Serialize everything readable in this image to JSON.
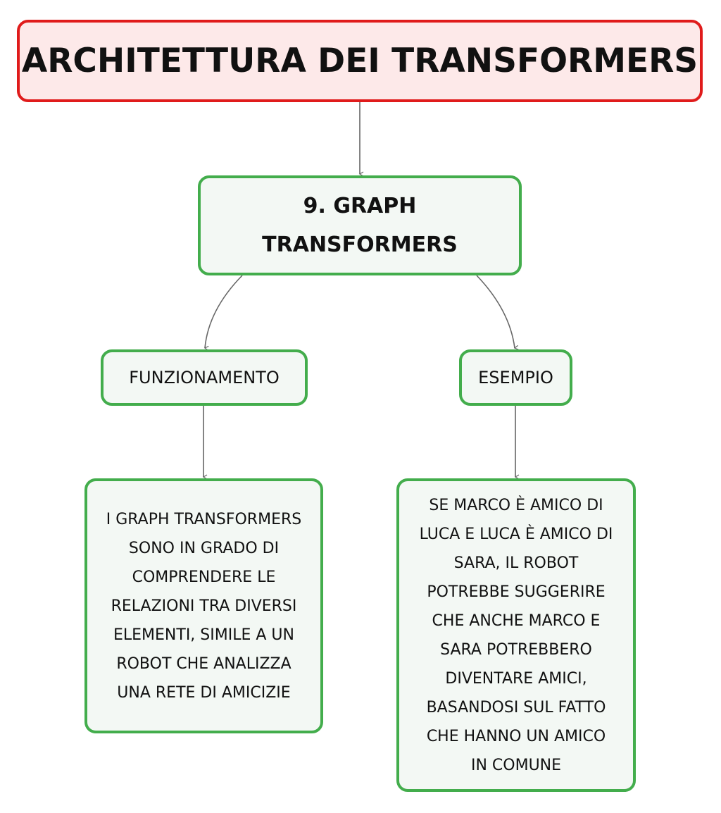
{
  "colors": {
    "root_border": "#e01b1b",
    "root_fill": "#fde9e9",
    "node_border": "#43ad4c",
    "node_fill": "#f3f8f4",
    "edge": "#666666"
  },
  "root": {
    "label": "ARCHITETTURA DEI TRANSFORMERS"
  },
  "topic": {
    "label": "9. GRAPH\nTRANSFORMERS",
    "line1": "9. GRAPH",
    "line2": "TRANSFORMERS"
  },
  "branches": [
    {
      "label": "FUNZIONAMENTO",
      "detail": "I GRAPH TRANSFORMERS\nSONO IN GRADO DI\nCOMPRENDERE LE\nRELAZIONI TRA DIVERSI\nELEMENTI, SIMILE A UN\nROBOT CHE ANALIZZA\nUNA RETE DI AMICIZIE"
    },
    {
      "label": "ESEMPIO",
      "detail": "SE MARCO È AMICO DI\nLUCA E LUCA È AMICO DI\nSARA, IL ROBOT\nPOTREBBE SUGGERIRE\nCHE ANCHE MARCO E\nSARA POTREBBERO\nDIVENTARE AMICI,\nBASANDOSI SUL FATTO\nCHE HANNO UN AMICO\nIN COMUNE"
    }
  ]
}
